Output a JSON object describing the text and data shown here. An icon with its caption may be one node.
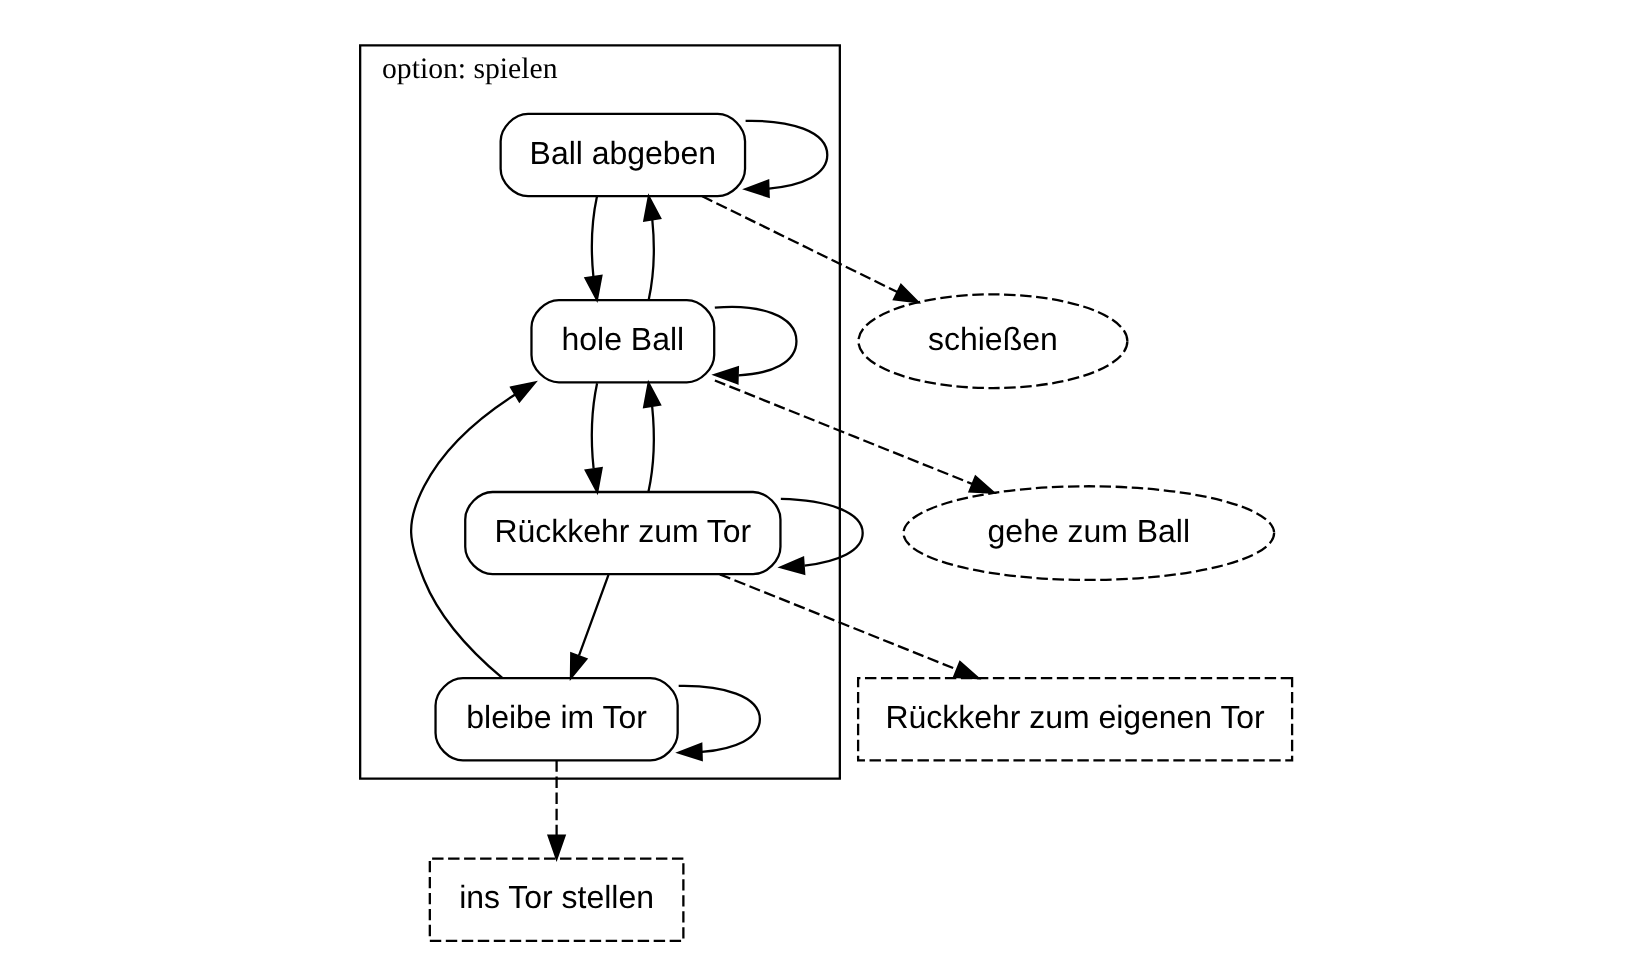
{
  "diagram": {
    "nodes": [
      {
        "text": [
          "option: spielen"
        ]
      },
      {
        "text": [
          "Ball abgeben"
        ],
        "in": 0
      },
      {
        "text": [
          "hole Ball"
        ],
        "in": 0
      },
      {
        "text": [
          "Rückkehr zum Tor"
        ],
        "in": 0
      },
      {
        "text": [
          "bleibe im Tor"
        ],
        "in": 0
      },
      {
        "text": [
          "schießen"
        ]
      },
      {
        "text": [
          "gehe zum Ball"
        ]
      },
      {
        "text": [
          "Rückkehr zum eigenen Tor"
        ]
      },
      {
        "text": [
          "ins Tor stellen"
        ]
      }
    ],
    "edges": [
      {
        "from": 1,
        "to": 1,
        "arrow": "to"
      },
      {
        "from": 2,
        "to": 1,
        "arrow": "to"
      },
      {
        "from": 1,
        "to": 2,
        "arrow": "to"
      },
      {
        "from": 2,
        "to": 2,
        "arrow": "to"
      },
      {
        "from": 3,
        "to": 2,
        "arrow": "to"
      },
      {
        "from": 2,
        "to": 3,
        "arrow": "to"
      },
      {
        "from": 3,
        "to": 3,
        "arrow": "to"
      },
      {
        "from": 3,
        "to": 4,
        "arrow": "to"
      },
      {
        "from": 4,
        "to": 4,
        "arrow": "to"
      },
      {
        "from": 4,
        "to": 2,
        "arrow": "to"
      },
      {
        "from": 1,
        "to": 5,
        "arrow": "to",
        "style": "dashed"
      },
      {
        "from": 2,
        "to": 6,
        "arrow": "to",
        "style": "dashed"
      },
      {
        "from": 3,
        "to": 7,
        "arrow": "to",
        "style": "dashed"
      },
      {
        "from": 4,
        "to": 8,
        "arrow": "to",
        "style": "dashed"
      }
    ]
  }
}
